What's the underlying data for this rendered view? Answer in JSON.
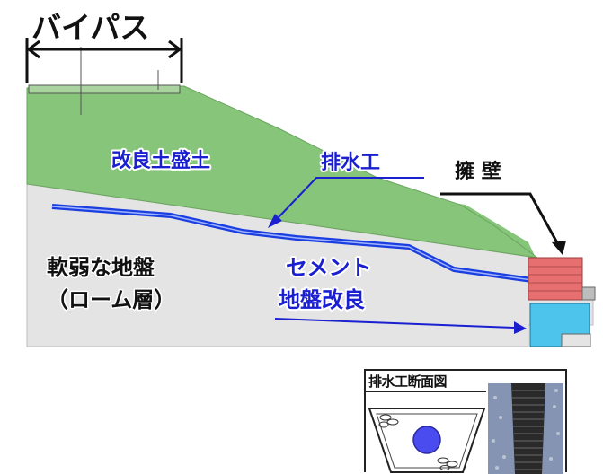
{
  "labels": {
    "bypass": "バイパス",
    "improved_embankment": "改良土盛土",
    "drainage": "排水工",
    "retaining_wall": "擁 壁",
    "soft_ground_line1": "軟弱な地盤",
    "soft_ground_line2": "（ローム層）",
    "cement_line1": "セメント",
    "cement_line2": "地盤改良"
  },
  "inset": {
    "title": "排水工断面図"
  },
  "colors": {
    "embankment": "#86c57a",
    "ground": "#e4e4e4",
    "drain_pipe": "#1a3ee0",
    "retaining_wall": "#e86f70",
    "cement_block": "#4dc4ec",
    "label_blue": "#1a1fd0",
    "label_black": "#111111"
  }
}
